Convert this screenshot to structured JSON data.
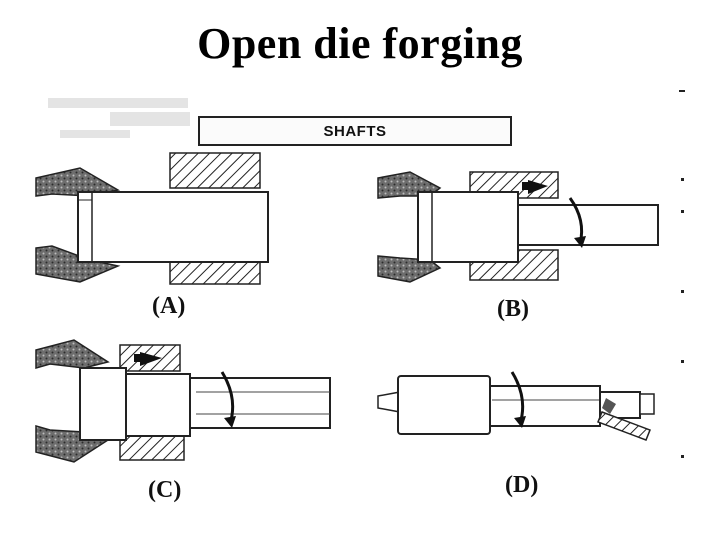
{
  "slide": {
    "title": "Open die forging"
  },
  "figure": {
    "banner_label": "SHAFTS",
    "panels": [
      {
        "id": "a",
        "label": "(A)"
      },
      {
        "id": "b",
        "label": "(B)"
      },
      {
        "id": "c",
        "label": "(C)"
      },
      {
        "id": "d",
        "label": "(D)"
      }
    ]
  }
}
